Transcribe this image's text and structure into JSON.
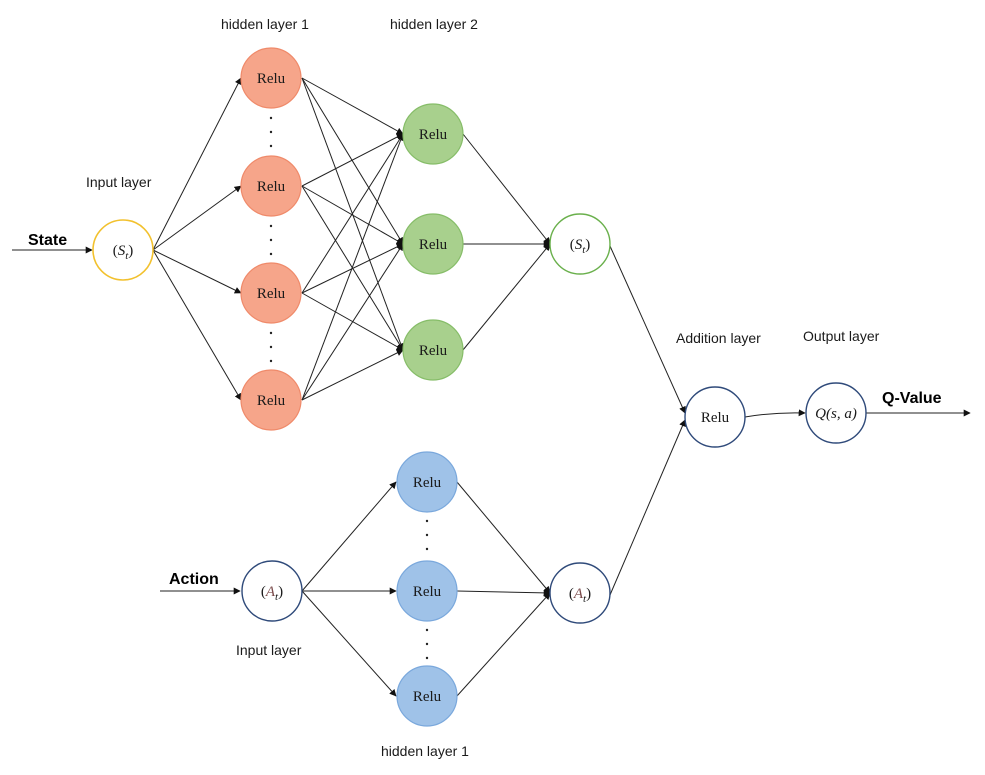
{
  "labels": {
    "hidden_layer_1_top": "hidden layer 1",
    "hidden_layer_2": "hidden layer 2",
    "input_layer_state": "Input layer",
    "input_layer_action": "Input layer",
    "hidden_layer_1_bottom": "hidden layer 1",
    "addition_layer": "Addition layer",
    "output_layer": "Output layer"
  },
  "io": {
    "state": "State",
    "action": "Action",
    "q_value": "Q-Value"
  },
  "nodes": {
    "relu": "Relu",
    "state_input": {
      "paren_open": "(",
      "symbol": "S",
      "sub": "t",
      "paren_close": ")"
    },
    "state_merge": {
      "paren_open": "(",
      "symbol": "S",
      "sub": "t",
      "paren_close": ")"
    },
    "action_input": {
      "paren_open": "(",
      "symbol": "A",
      "sub": "t",
      "paren_close": ")"
    },
    "action_merge": {
      "paren_open": "(",
      "symbol": "A",
      "sub": "t",
      "paren_close": ")"
    },
    "addition": "Relu",
    "output": {
      "func": "Q",
      "args": "(s, a)"
    }
  },
  "colors": {
    "orange_fill": "#f6a58a",
    "orange_stroke": "#ef8a6a",
    "green_fill": "#a8d08d",
    "green_stroke": "#86bd68",
    "blue_fill": "#9fc2e8",
    "blue_stroke": "#7aa8dc",
    "yellow_stroke": "#f2c12e",
    "green_outline": "#6ab04c",
    "navy_outline": "#2f4a7a"
  }
}
